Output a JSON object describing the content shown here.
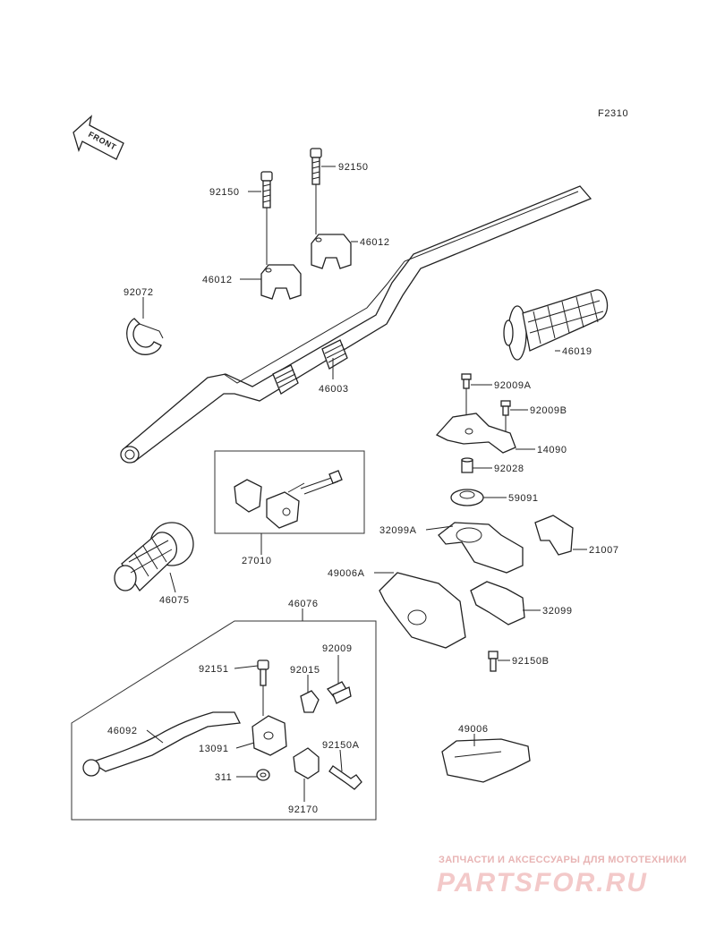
{
  "figure_code": "F2310",
  "front_label": "FRONT",
  "watermark": {
    "line1": "ЗАПЧАСТИ И АКСЕССУАРЫ ДЛЯ МОТОТЕХНИКИ",
    "line2": "PARTSFOR.RU"
  },
  "parts": {
    "p92150_left": "92150",
    "p92150_right": "92150",
    "p46012_right": "46012",
    "p46012_left": "46012",
    "p92072": "92072",
    "p46019": "46019",
    "p46003": "46003",
    "p92009a": "92009A",
    "p92009b": "92009B",
    "p14090": "14090",
    "p92028": "92028",
    "p59091": "59091",
    "p27010": "27010",
    "p32099a": "32099A",
    "p21007": "21007",
    "p49006a": "49006A",
    "p46075": "46075",
    "p32099": "32099",
    "p46076": "46076",
    "p92150b": "92150B",
    "p92009": "92009",
    "p92151": "92151",
    "p92015": "92015",
    "p46092": "46092",
    "p13091": "13091",
    "p92150a": "92150A",
    "p311": "311",
    "p92170": "92170",
    "p49006": "49006"
  }
}
